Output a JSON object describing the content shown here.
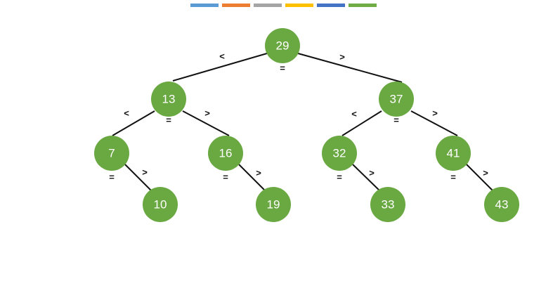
{
  "palette": [
    "#5b9bd5",
    "#ed7d31",
    "#a5a5a5",
    "#ffc000",
    "#4472c4",
    "#70ad47"
  ],
  "node_color": "#6aa842",
  "edge_color": "#111111",
  "tree": {
    "root": "29",
    "l1": [
      "13",
      "37"
    ],
    "l2": [
      "7",
      "16",
      "32",
      "41"
    ],
    "l3": [
      "10",
      "19",
      "33",
      "43"
    ]
  },
  "ops": {
    "less": "<",
    "greater": ">",
    "equal": "="
  }
}
